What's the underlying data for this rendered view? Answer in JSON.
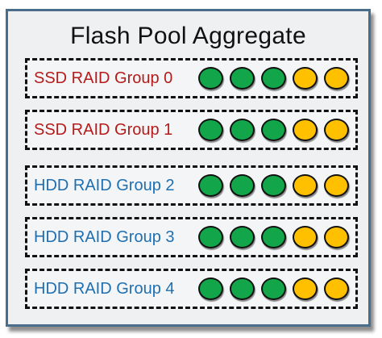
{
  "title": "Flash Pool Aggregate",
  "colors": {
    "ssd_label": "#b41c1c",
    "hdd_label": "#1f6fb0",
    "disk_green": "#12a54a",
    "disk_yellow": "#ffc000"
  },
  "groups": [
    {
      "label": "SSD RAID Group 0",
      "kind": "ssd",
      "disks": [
        "green",
        "green",
        "green",
        "yellow",
        "yellow"
      ]
    },
    {
      "label": "SSD RAID Group 1",
      "kind": "ssd",
      "disks": [
        "green",
        "green",
        "green",
        "yellow",
        "yellow"
      ]
    },
    {
      "label": "HDD RAID Group 2",
      "kind": "hdd",
      "disks": [
        "green",
        "green",
        "green",
        "yellow",
        "yellow"
      ]
    },
    {
      "label": "HDD RAID Group 3",
      "kind": "hdd",
      "disks": [
        "green",
        "green",
        "green",
        "yellow",
        "yellow"
      ]
    },
    {
      "label": "HDD RAID Group 4",
      "kind": "hdd",
      "disks": [
        "green",
        "green",
        "green",
        "yellow",
        "yellow"
      ]
    }
  ]
}
